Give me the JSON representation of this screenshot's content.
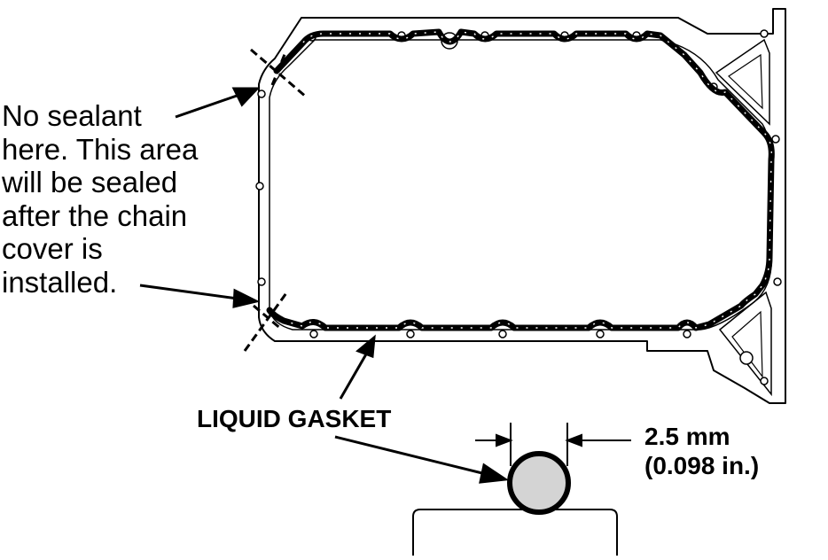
{
  "note": {
    "lines": [
      "No sealant",
      "here. This area",
      "will be sealed",
      "after the chain",
      "cover is",
      "installed."
    ]
  },
  "gasket_label": "LIQUID GASKET",
  "dimension": {
    "metric": "2.5 mm",
    "imperial": "(0.098 in.)"
  },
  "colors": {
    "line": "#000000",
    "bead_section_fill": "#d4d4d4",
    "background": "#ffffff"
  }
}
